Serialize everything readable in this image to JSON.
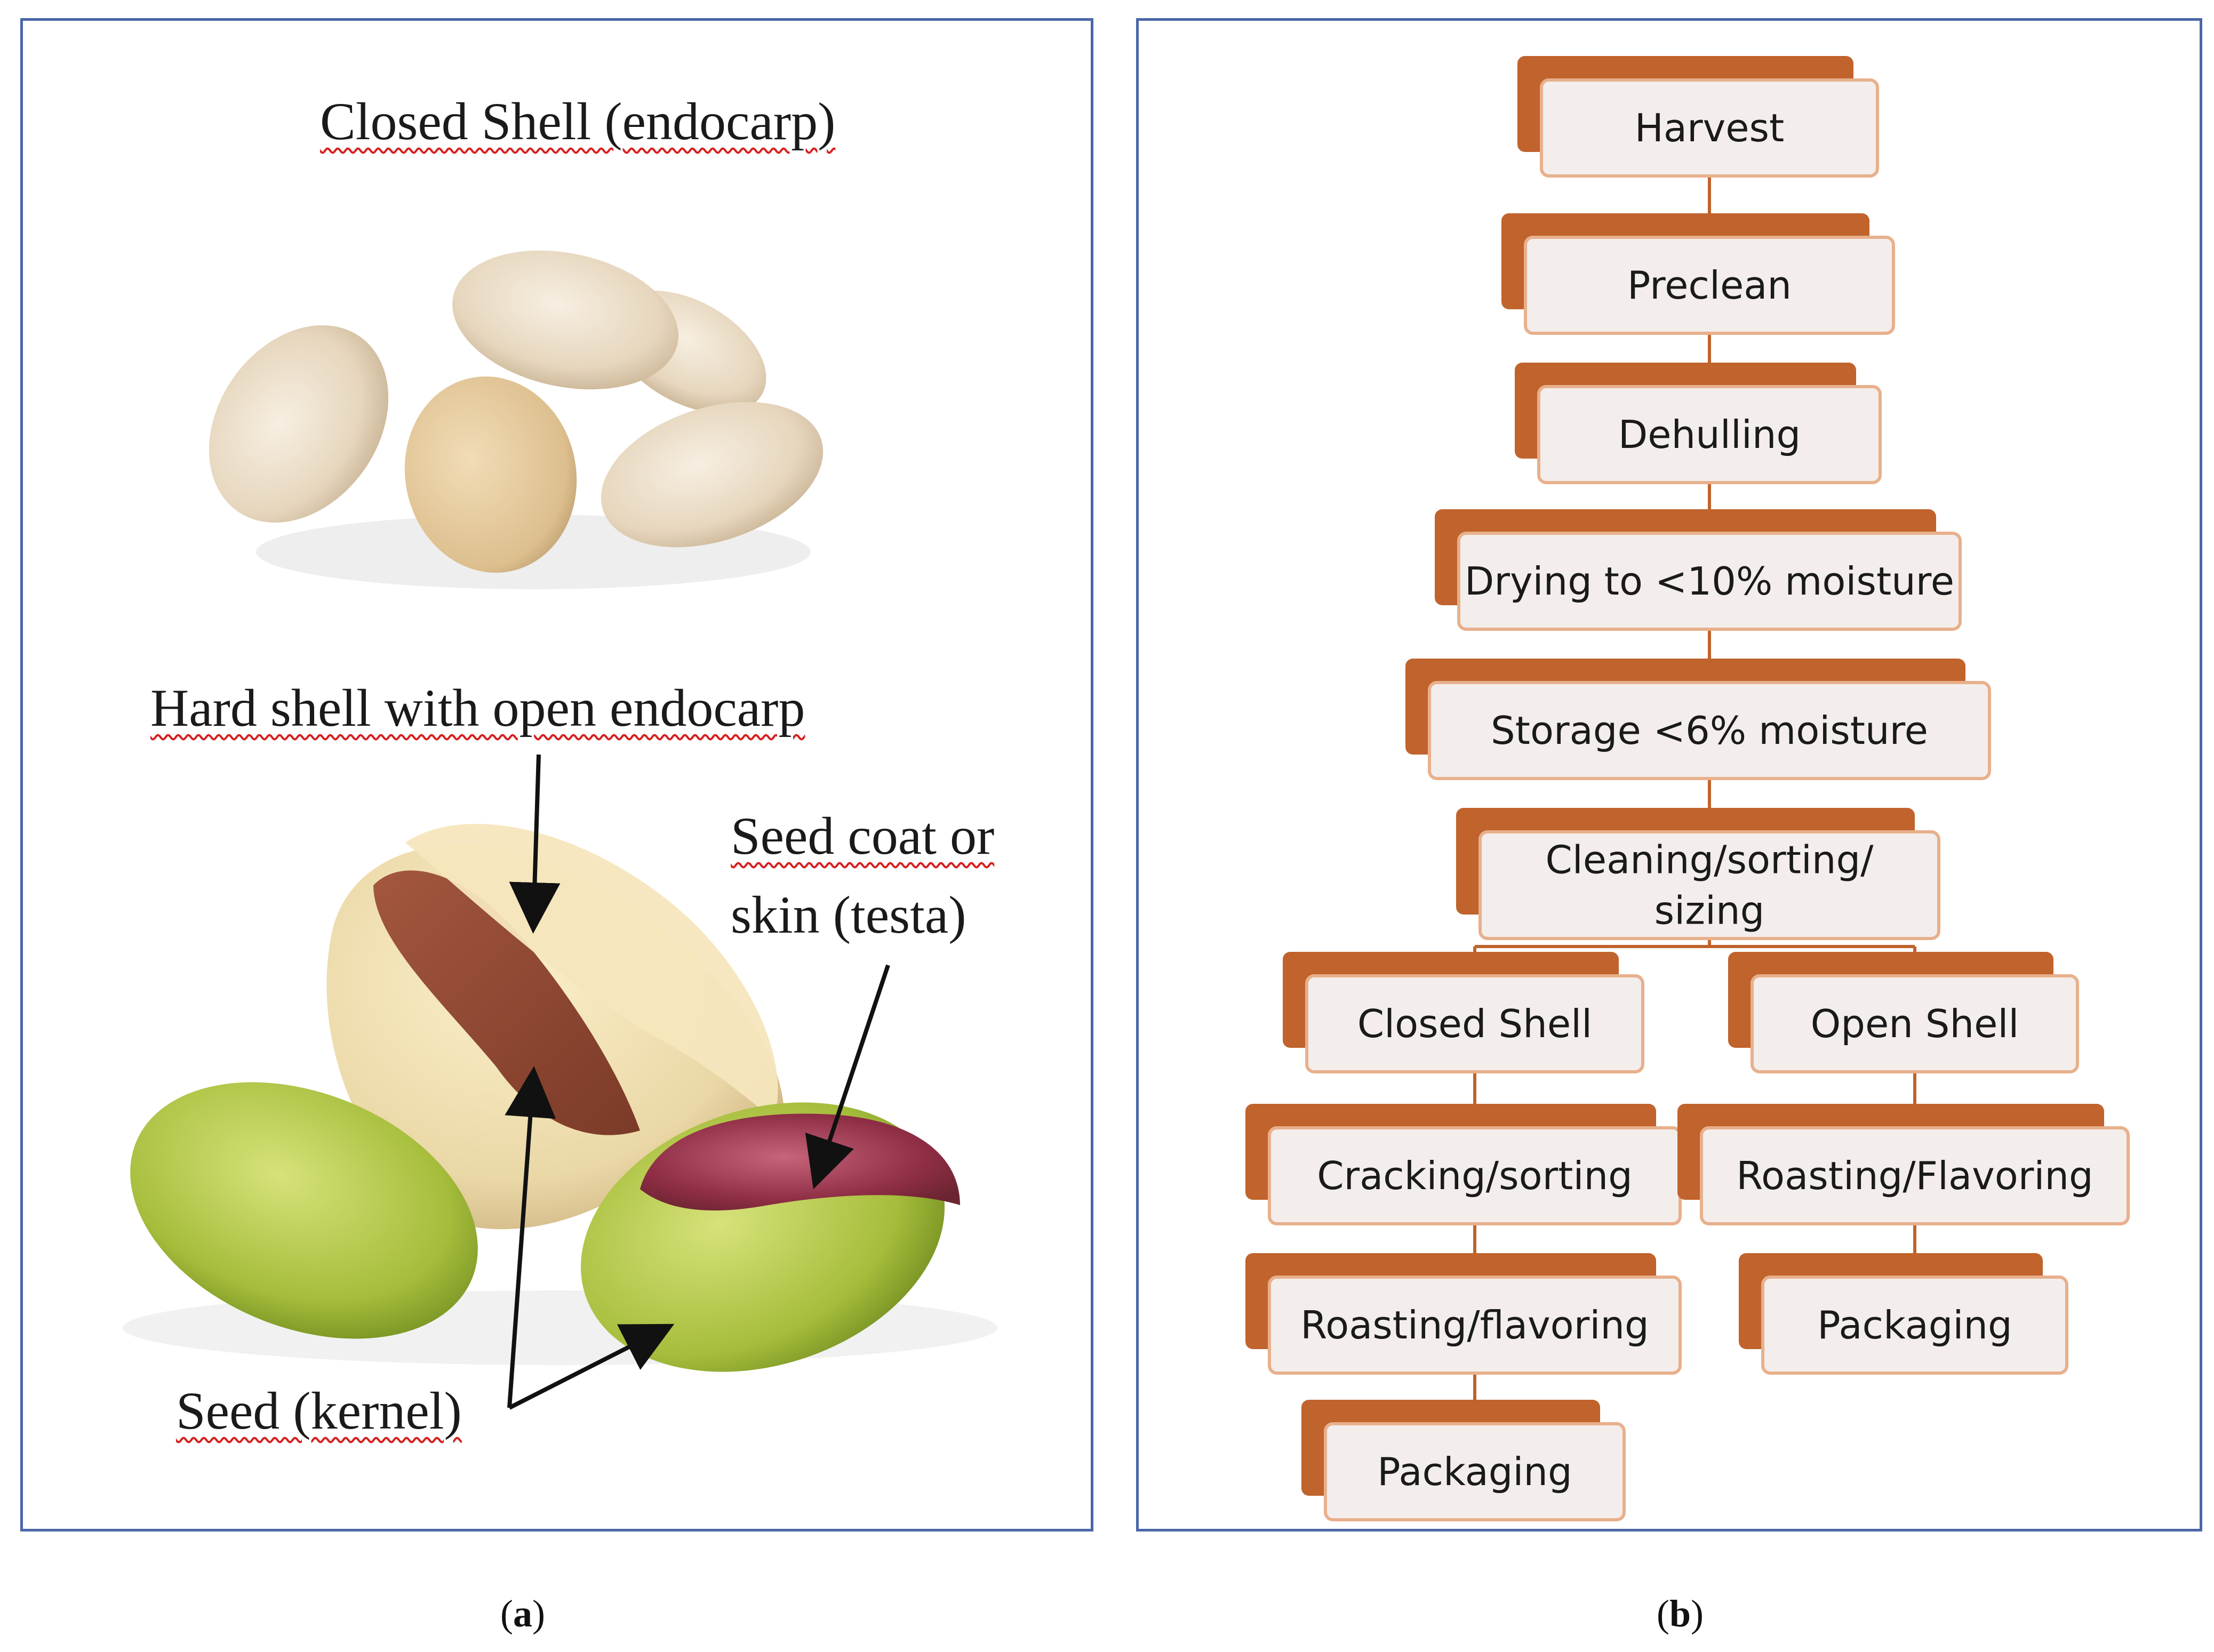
{
  "panel_a": {
    "label_closed_shell": "Closed Shell (endocarp)",
    "label_hard_shell": "Hard shell with open endocarp",
    "label_seed_coat_line1": "Seed coat or",
    "label_seed_coat_line2": "skin (testa)",
    "label_seed_kernel": "Seed (kernel)",
    "caption": "a"
  },
  "panel_b": {
    "caption": "b",
    "flow_steps": [
      "Harvest",
      "Preclean",
      "Dehulling",
      "Drying to <10% moisture",
      "Storage <6% moisture",
      "Cleaning/sorting/",
      "sizing"
    ],
    "left_branch": [
      "Closed Shell",
      "Cracking/sorting",
      "Roasting/flavoring",
      "Packaging"
    ],
    "right_branch": [
      "Open Shell",
      "Roasting/Flavoring",
      "Packaging"
    ]
  },
  "colors": {
    "box_fill": "#f3eeec",
    "box_border": "#e8b08c",
    "box_shadow": "#c0632c",
    "connector": "#c0632c",
    "panel_border": "#4a67a8",
    "annotation_underline": "#d62020"
  }
}
